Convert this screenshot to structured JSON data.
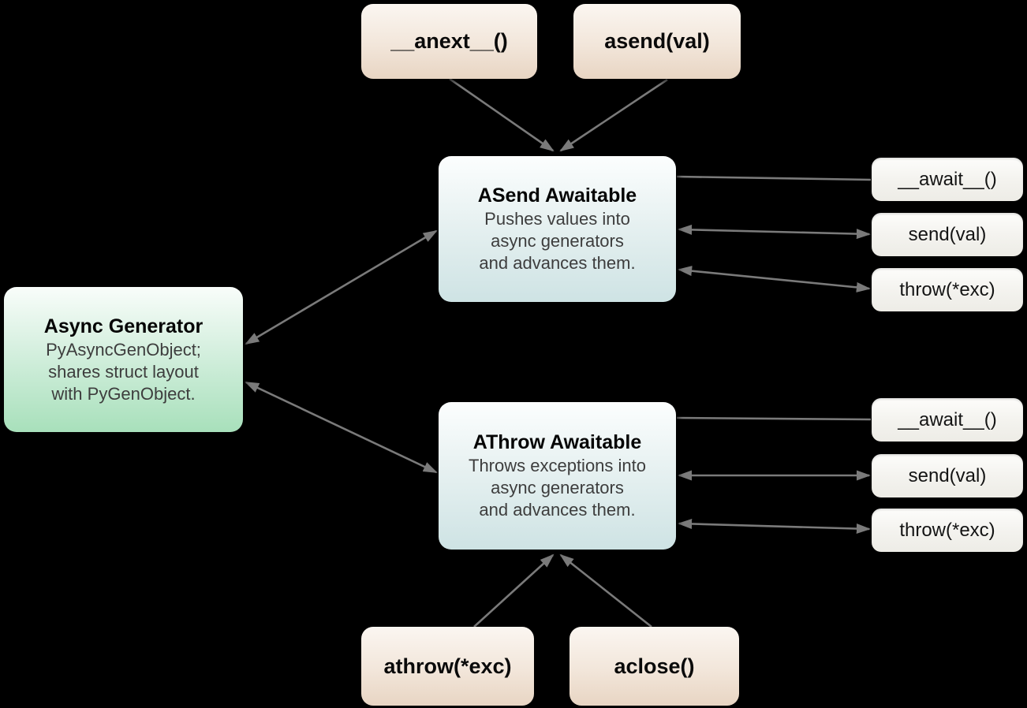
{
  "nodes": {
    "anext": {
      "label": "__anext__()"
    },
    "asend": {
      "label": "asend(val)"
    },
    "asend_awaitable": {
      "title": "ASend Awaitable",
      "body": "Pushes values into\nasync generators\nand advances them."
    },
    "athrow_awaitable": {
      "title": "AThrow Awaitable",
      "body": "Throws exceptions into\nasync generators\nand advances them."
    },
    "async_generator": {
      "title": "Async Generator",
      "body": "PyAsyncGenObject;\nshares struct layout\nwith PyGenObject."
    },
    "await_top": {
      "label": "__await__()"
    },
    "send_top": {
      "label": "send(val)"
    },
    "throw_top": {
      "label": "throw(*exc)"
    },
    "await_bottom": {
      "label": "__await__()"
    },
    "send_bottom": {
      "label": "send(val)"
    },
    "throw_bottom": {
      "label": "throw(*exc)"
    },
    "athrow": {
      "label": "athrow(*exc)"
    },
    "aclose": {
      "label": "aclose()"
    }
  },
  "edges": [
    {
      "from": "__anext__()",
      "to": "ASend Awaitable",
      "style": "arrow"
    },
    {
      "from": "asend(val)",
      "to": "ASend Awaitable",
      "style": "arrow"
    },
    {
      "from": "ASend Awaitable",
      "to": "Async Generator",
      "style": "double-arrow"
    },
    {
      "from": "AThrow Awaitable",
      "to": "Async Generator",
      "style": "double-arrow"
    },
    {
      "from": "ASend Awaitable",
      "to": "__await__() top",
      "style": "line"
    },
    {
      "from": "ASend Awaitable",
      "to": "send(val) top",
      "style": "double-arrow"
    },
    {
      "from": "ASend Awaitable",
      "to": "throw(*exc) top",
      "style": "double-arrow"
    },
    {
      "from": "AThrow Awaitable",
      "to": "__await__() bottom",
      "style": "line"
    },
    {
      "from": "AThrow Awaitable",
      "to": "send(val) bottom",
      "style": "double-arrow"
    },
    {
      "from": "AThrow Awaitable",
      "to": "throw(*exc) bottom",
      "style": "double-arrow"
    },
    {
      "from": "athrow(*exc)",
      "to": "AThrow Awaitable",
      "style": "arrow"
    },
    {
      "from": "aclose()",
      "to": "AThrow Awaitable",
      "style": "arrow"
    }
  ],
  "colors": {
    "background": "#000000",
    "arrow": "#7a7a7a",
    "beige_top": "#fbf6f1",
    "beige_bottom": "#e8d5c3",
    "blue_top": "#fcfefe",
    "blue_bottom": "#cee3e4",
    "green_top": "#f9fdfa",
    "green_bottom": "#a8e0bb",
    "chip_top": "#fdfdfb",
    "chip_bottom": "#edece6",
    "title_text": "#050505",
    "body_text": "#3d3d3d"
  }
}
